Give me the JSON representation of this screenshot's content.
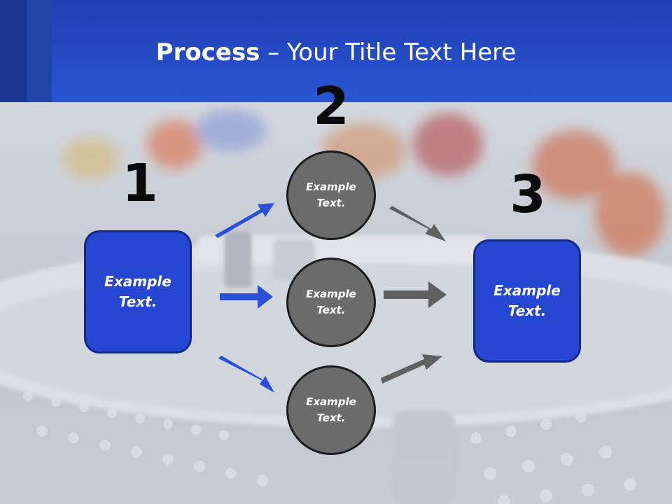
{
  "header": {
    "title_bold": "Process",
    "title_rest": " – Your Title Text Here"
  },
  "steps": {
    "one": "1",
    "two": "2",
    "three": "3"
  },
  "nodes": {
    "left_box": [
      "Example",
      "Text."
    ],
    "circle_top": [
      "Example",
      "Text."
    ],
    "circle_middle": [
      "Example",
      "Text."
    ],
    "circle_bottom": [
      "Example",
      "Text."
    ],
    "right_box": [
      "Example",
      "Text."
    ]
  },
  "colors": {
    "header_blue": "#2a55d4",
    "box_blue": "#2647d1",
    "circle_gray": "#6b6b6b",
    "arrow_blue": "#2b4fd8",
    "arrow_gray": "#606060"
  }
}
